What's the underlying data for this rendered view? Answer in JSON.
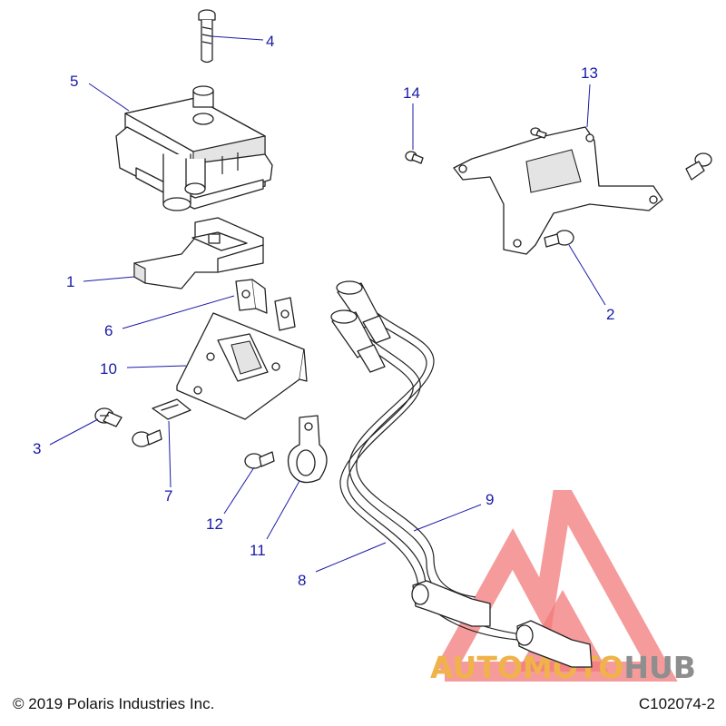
{
  "callouts": [
    {
      "id": "1",
      "label": "1"
    },
    {
      "id": "2",
      "label": "2"
    },
    {
      "id": "3",
      "label": "3"
    },
    {
      "id": "4",
      "label": "4"
    },
    {
      "id": "5",
      "label": "5"
    },
    {
      "id": "6",
      "label": "6"
    },
    {
      "id": "7",
      "label": "7"
    },
    {
      "id": "8",
      "label": "8"
    },
    {
      "id": "9",
      "label": "9"
    },
    {
      "id": "10",
      "label": "10"
    },
    {
      "id": "11",
      "label": "11"
    },
    {
      "id": "12",
      "label": "12"
    },
    {
      "id": "13",
      "label": "13"
    },
    {
      "id": "14",
      "label": "14"
    }
  ],
  "footer": {
    "copyright": "© 2019 Polaris Industries Inc.",
    "code": "C102074-2"
  },
  "watermark": {
    "text_part1": "AUTOMOTO",
    "text_part2": "HUB",
    "color_primary": "#f0b24a",
    "color_secondary": "#8e8e8e",
    "logo_color": "#f27a7a"
  },
  "colors": {
    "callout": "#1a1aa8",
    "line": "#222222"
  }
}
